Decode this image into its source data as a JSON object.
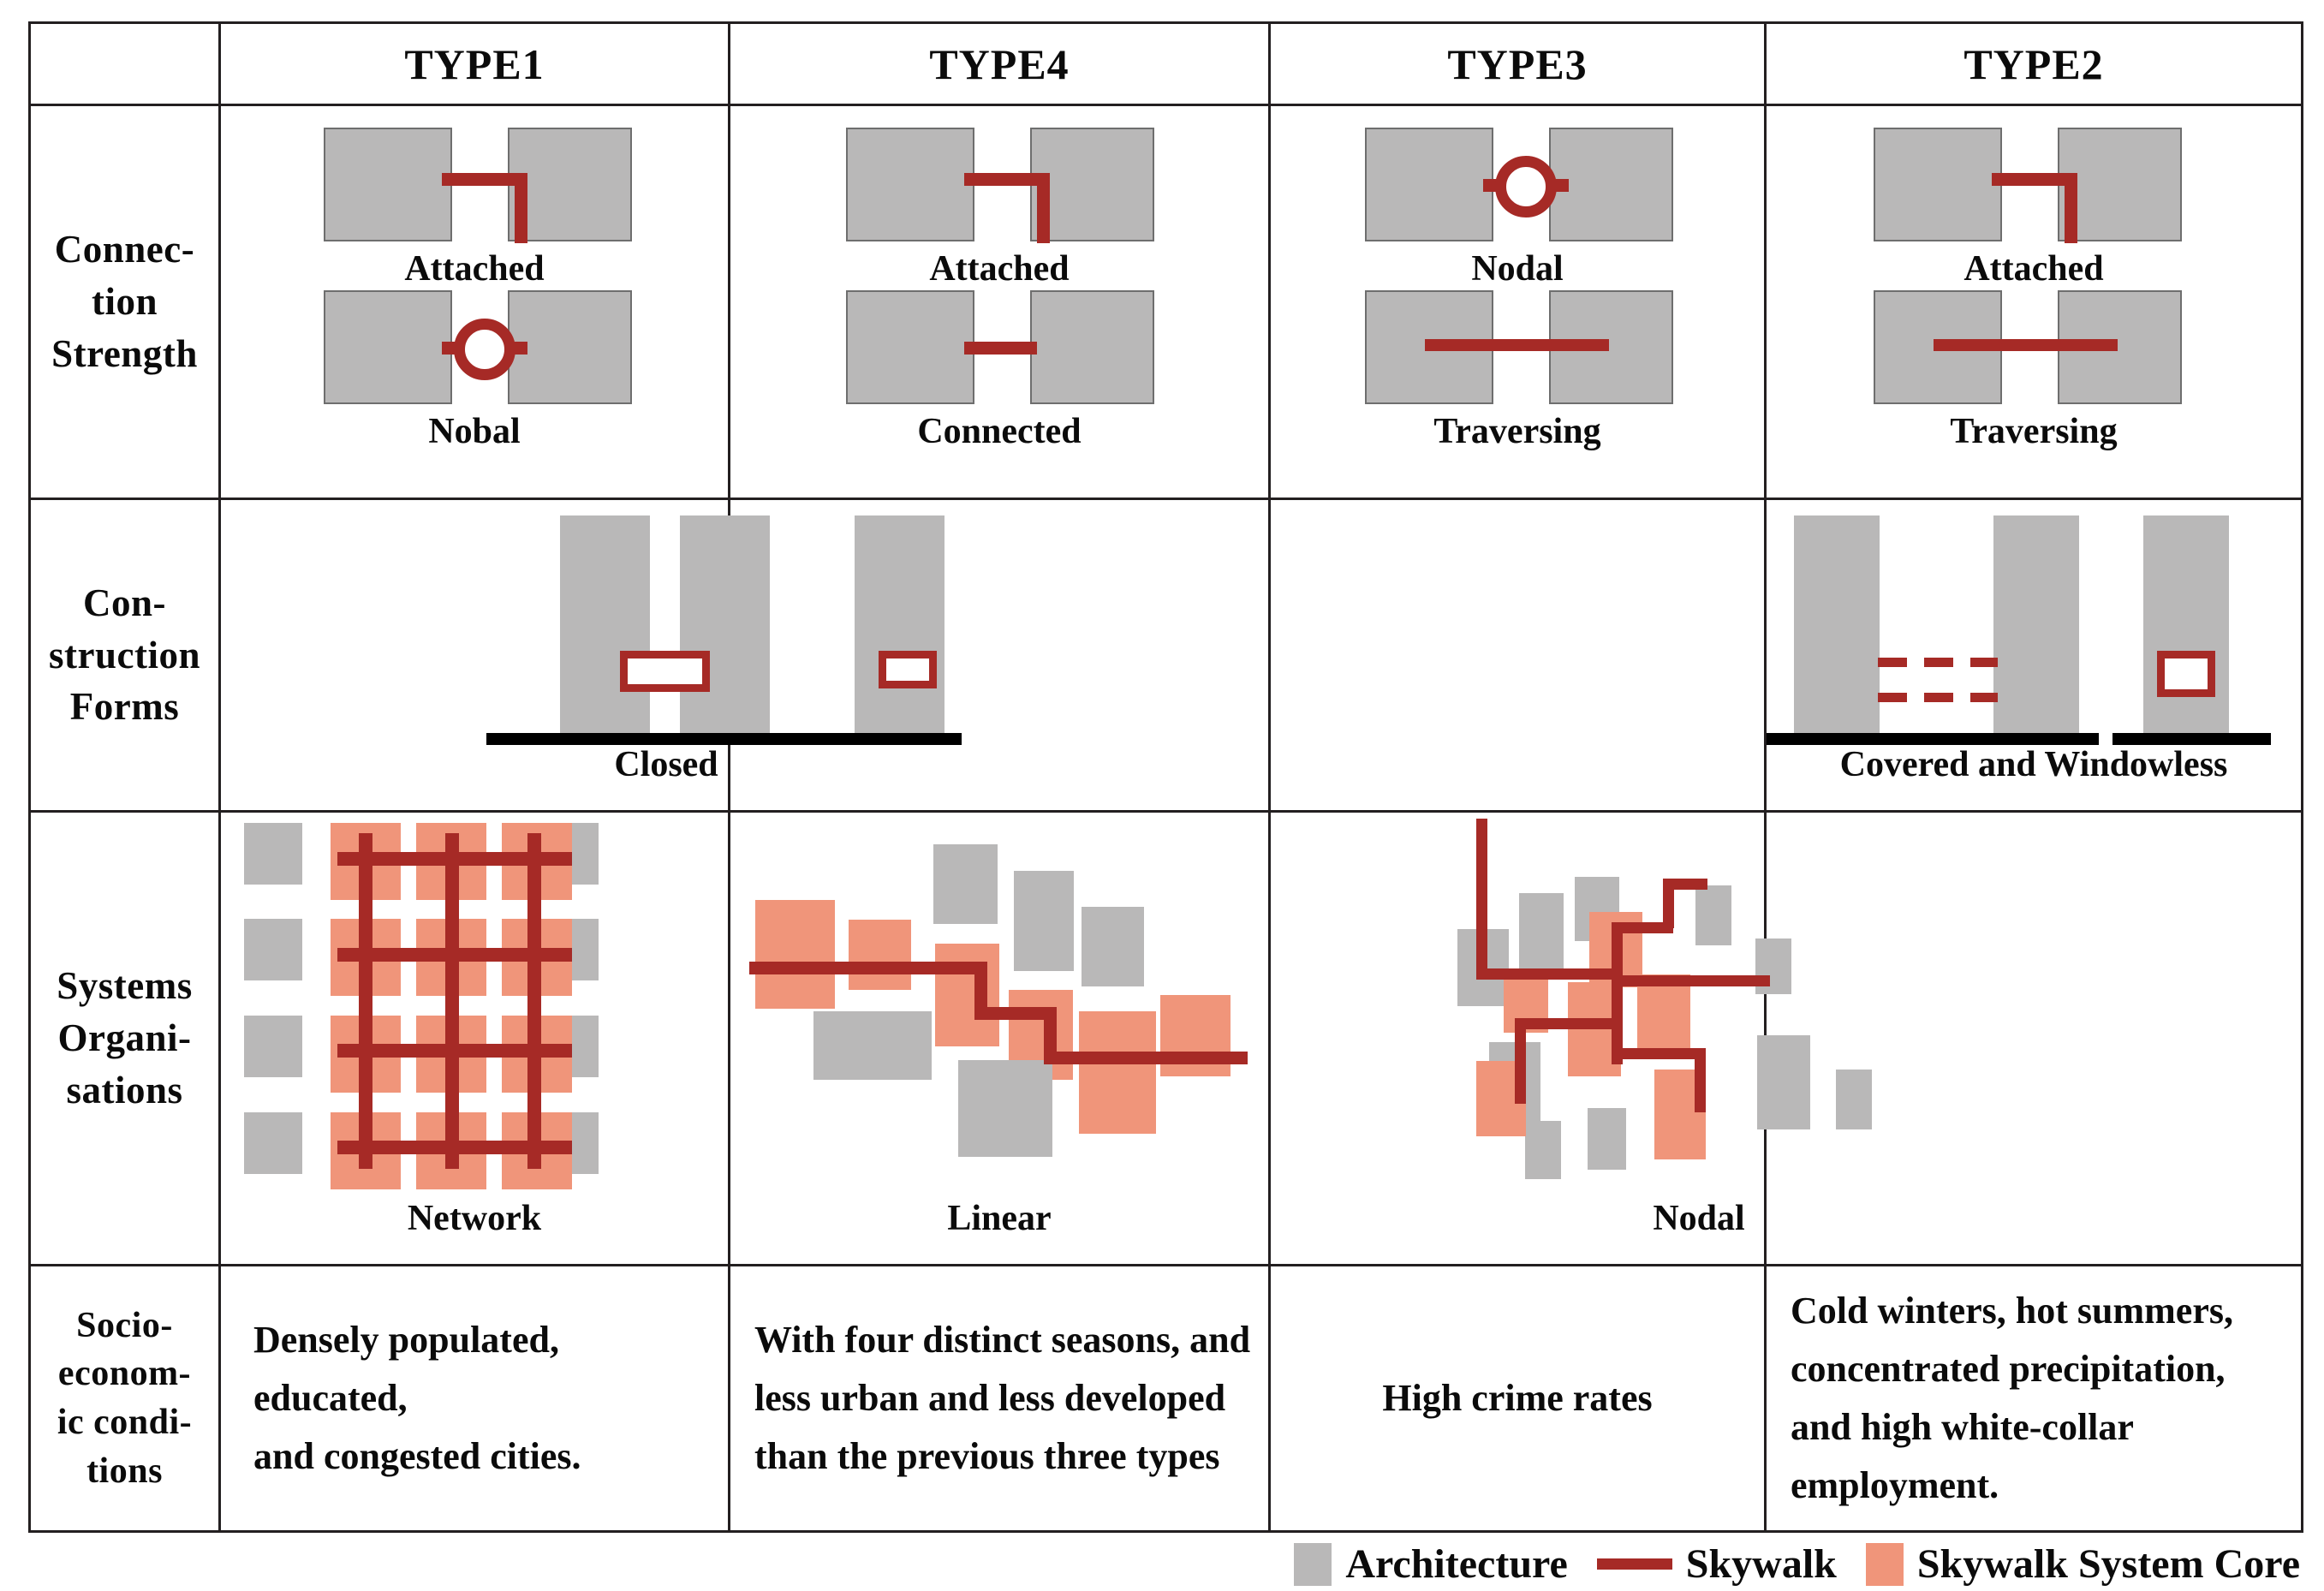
{
  "table": {
    "columns": [
      {
        "id": "label",
        "header": ""
      },
      {
        "id": "type1",
        "header": "TYPE1"
      },
      {
        "id": "type4",
        "header": "TYPE4"
      },
      {
        "id": "type3",
        "header": "TYPE3"
      },
      {
        "id": "type2",
        "header": "TYPE2"
      }
    ],
    "rows": [
      {
        "id": "connection",
        "label": "Connec-\ntion\nStrength"
      },
      {
        "id": "construction",
        "label": "Con-\nstruction\nForms"
      },
      {
        "id": "systems",
        "label": "Systems\nOrgani-\nsations"
      },
      {
        "id": "socio",
        "label": "Socio-\neconom-\nic condi-\ntions"
      }
    ]
  },
  "connection": {
    "type1": {
      "top_caption": "Attached",
      "bottom_caption": "Nobal"
    },
    "type4": {
      "top_caption": "Attached",
      "bottom_caption": "Connected"
    },
    "type3": {
      "top_caption": "Nodal",
      "bottom_caption": "Traversing"
    },
    "type2": {
      "top_caption": "Attached",
      "bottom_caption": "Traversing"
    }
  },
  "construction": {
    "left_caption": "Closed",
    "right_caption": "Covered and Windowless"
  },
  "systems": {
    "type1_caption": "Network",
    "type4_caption": "Linear",
    "type3_caption": "Nodal"
  },
  "socio": {
    "type1": "Densely populated,\neducated,\nand congested cities.",
    "type4": "With four distinct seasons, and less urban and less developed than the previous three types",
    "type3": "High crime rates",
    "type2": "Cold winters, hot summers, concentrated precipitation, and high white-collar employment."
  },
  "legend": {
    "items": [
      {
        "key": "architecture",
        "label": "Architecture",
        "color": "#b9b8b8",
        "shape": "square"
      },
      {
        "key": "skywalk",
        "label": "Skywalk",
        "color": "#a62a26",
        "shape": "line"
      },
      {
        "key": "skywalk-system-core",
        "label": "Skywalk System Core",
        "color": "#f0957a",
        "shape": "square"
      }
    ]
  },
  "colors": {
    "architecture": "#b9b8b8",
    "skywalk": "#a62a26",
    "core": "#f0957a",
    "ground": "#000000",
    "border": "#231f20"
  }
}
